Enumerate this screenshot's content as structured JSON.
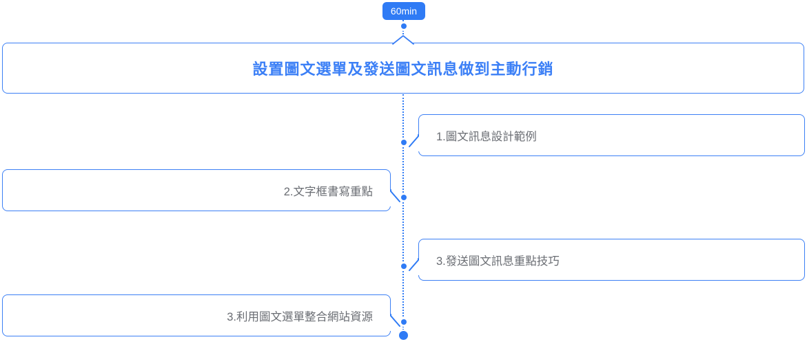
{
  "colors": {
    "accent_blue": "#2f7bf5",
    "border_blue": "#3b7ff5",
    "title_text": "#3b7ff6",
    "item_text": "#6a6d73",
    "badge_text": "#ffffff",
    "background": "#ffffff"
  },
  "badge": {
    "label": "60min"
  },
  "main_topic": {
    "label": "設置圖文選單及發送圖文訊息做到主動行銷"
  },
  "items": [
    {
      "label": "1.圖文訊息設計範例",
      "side": "right"
    },
    {
      "label": "2.文字框書寫重點",
      "side": "left"
    },
    {
      "label": "3.發送圖文訊息重點技巧",
      "side": "right"
    },
    {
      "label": "3.利用圖文選單整合網站資源",
      "side": "left"
    }
  ]
}
